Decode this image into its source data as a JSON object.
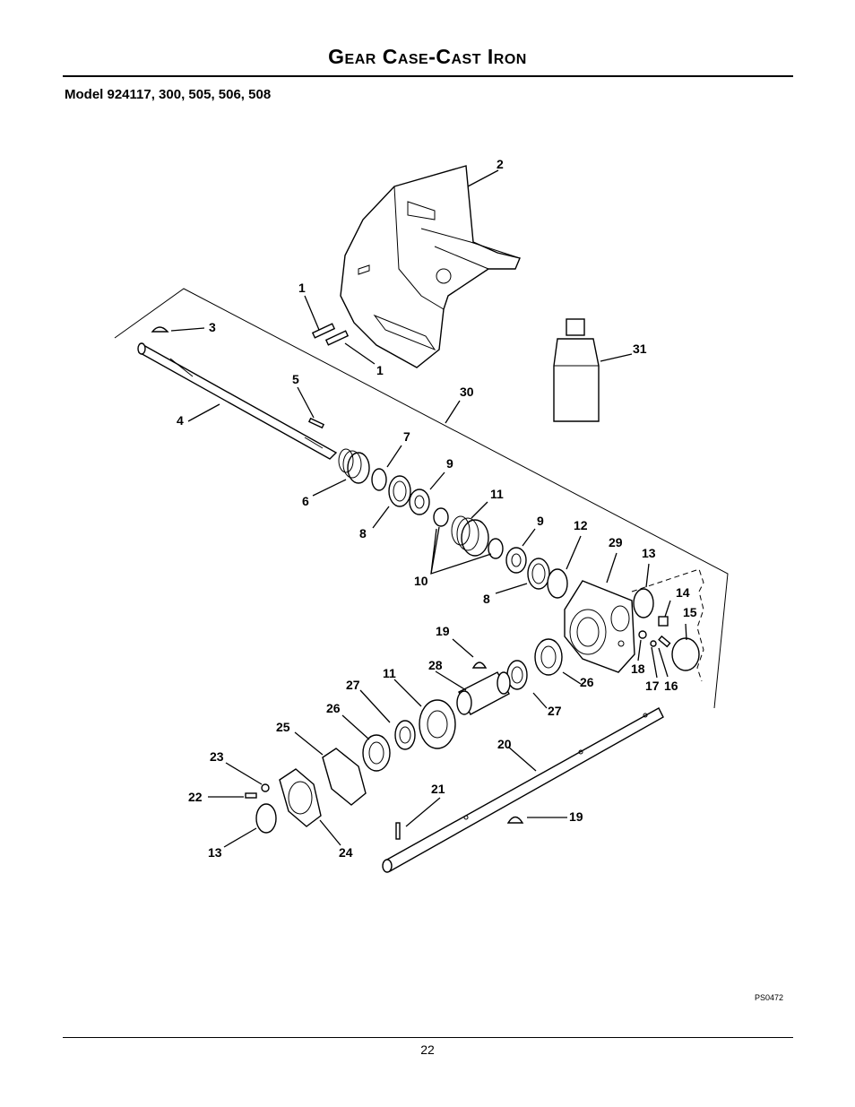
{
  "header": {
    "title": "Gear Case-Cast Iron",
    "model": "Model 924117, 300, 505, 506, 508"
  },
  "diagram": {
    "callouts": {
      "c1a": "1",
      "c1b": "1",
      "c2": "2",
      "c3": "3",
      "c4": "4",
      "c5": "5",
      "c6": "6",
      "c7": "7",
      "c8a": "8",
      "c8b": "8",
      "c9a": "9",
      "c9b": "9",
      "c10": "10",
      "c11a": "11",
      "c11b": "11",
      "c12": "12",
      "c13a": "13",
      "c13b": "13",
      "c14": "14",
      "c15": "15",
      "c16": "16",
      "c17": "17",
      "c18": "18",
      "c19a": "19",
      "c19b": "19",
      "c20": "20",
      "c21": "21",
      "c22": "22",
      "c23": "23",
      "c24": "24",
      "c25": "25",
      "c26a": "26",
      "c26b": "26",
      "c27a": "27",
      "c27b": "27",
      "c28": "28",
      "c29": "29",
      "c30": "30",
      "c31": "31"
    },
    "figure_code": "PS0472"
  },
  "footer": {
    "page_number": "22"
  }
}
